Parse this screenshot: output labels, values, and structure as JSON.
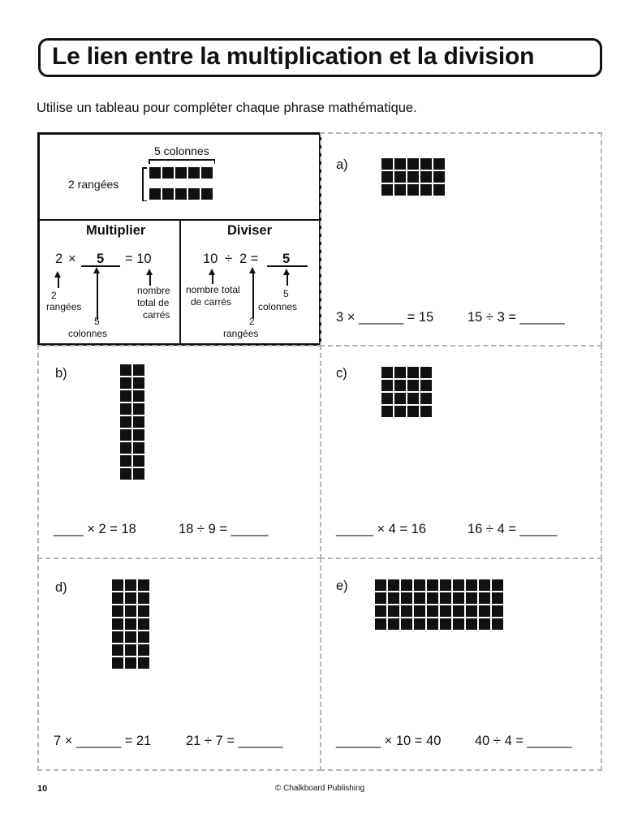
{
  "title": "Le lien entre la multiplication et la division",
  "instructions": "Utilise un tableau pour compléter chaque phrase mathématique.",
  "example": {
    "cols_label": "5 colonnes",
    "rows_label": "2 rangées",
    "mult": {
      "header": "Multiplier",
      "a": "2",
      "op": "×",
      "answer": "5",
      "rest": "= 10",
      "label_rows": [
        "2",
        "rangées"
      ],
      "label_cols": [
        "5",
        "colonnes"
      ],
      "label_total": [
        "nombre",
        "total de",
        "carrés"
      ]
    },
    "div": {
      "header": "Diviser",
      "a": "10",
      "op": "÷",
      "b": "2 =",
      "answer": "5",
      "label_total": [
        "nombre total",
        "de carrés"
      ],
      "label_rows": [
        "2",
        "rangées"
      ],
      "label_cols": [
        "5",
        "colonnes"
      ]
    }
  },
  "problems": [
    {
      "label": "a)",
      "rows": 3,
      "cols": 5,
      "mult": "3 × ______ = 15",
      "div": "15 ÷ 3 = ______"
    },
    {
      "label": "b)",
      "rows": 9,
      "cols": 2,
      "mult": "____ × 2 = 18",
      "div": "18 ÷ 9 = _____"
    },
    {
      "label": "c)",
      "rows": 4,
      "cols": 4,
      "mult": "_____ × 4 = 16",
      "div": "16 ÷ 4 = _____"
    },
    {
      "label": "d)",
      "rows": 7,
      "cols": 3,
      "mult": "7 × ______ = 21",
      "div": "21 ÷ 7 = ______"
    },
    {
      "label": "e)",
      "rows": 4,
      "cols": 10,
      "mult": "______ × 10 = 40",
      "div": "40 ÷ 4 = ______"
    }
  ],
  "footer": {
    "page": "10",
    "copyright": "© Chalkboard Publishing"
  }
}
